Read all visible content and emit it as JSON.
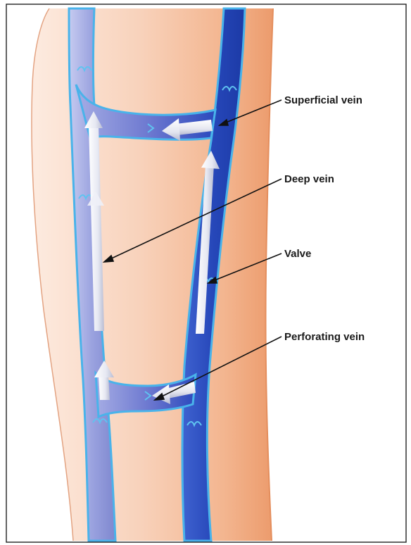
{
  "labels": {
    "superficial_vein": "Superficial vein",
    "deep_vein": "Deep vein",
    "valve": "Valve",
    "perforating_vein": "Perforating vein"
  },
  "colors": {
    "skin_light": "#fbe0cf",
    "skin_mid": "#f6c3a4",
    "skin_shadow": "#ee9e73",
    "deep_vein": "#8d96d8",
    "deep_vein_light": "#b9bfe9",
    "superficial_vein": "#2c4fc2",
    "vein_outline": "#3aa8e6",
    "arrow": "#e4e6f0",
    "frame": "#222222"
  }
}
